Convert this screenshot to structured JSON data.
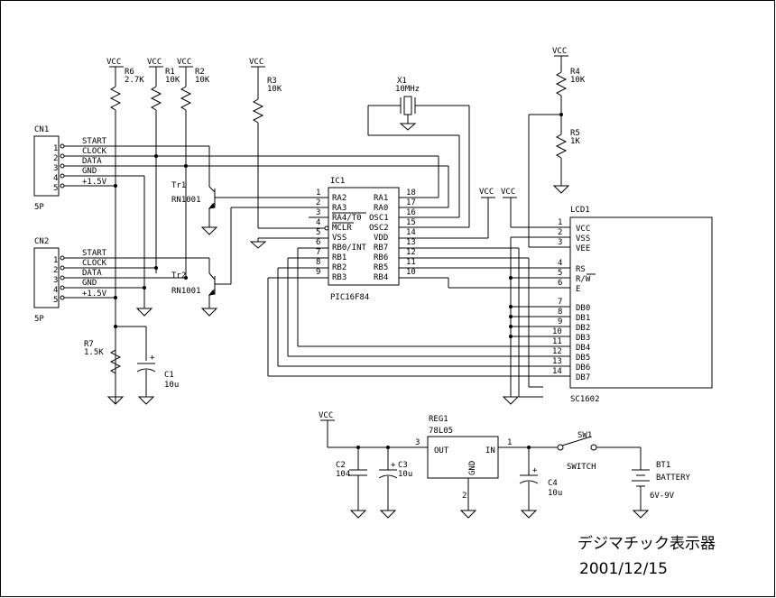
{
  "vcc": "VCC",
  "resistors": [
    {
      "ref": "R6",
      "value": "2.7K"
    },
    {
      "ref": "R1",
      "value": "10K"
    },
    {
      "ref": "R2",
      "value": "10K"
    },
    {
      "ref": "R3",
      "value": "10K"
    },
    {
      "ref": "R4",
      "value": "10K"
    },
    {
      "ref": "R5",
      "value": "1K"
    },
    {
      "ref": "R7",
      "value": "1.5K"
    }
  ],
  "crystal": {
    "ref": "X1",
    "value": "10MHz"
  },
  "connectors": [
    {
      "ref": "CN1",
      "type": "5P",
      "pins": [
        "1",
        "2",
        "3",
        "4",
        "5"
      ],
      "signals": [
        "START",
        "CLOCK",
        "DATA",
        "GND",
        "+1.5V"
      ]
    },
    {
      "ref": "CN2",
      "type": "5P",
      "pins": [
        "1",
        "2",
        "3",
        "4",
        "5"
      ],
      "signals": [
        "START",
        "CLOCK",
        "DATA",
        "GND",
        "+1.5V"
      ]
    }
  ],
  "transistors": [
    {
      "ref": "Tr1",
      "value": "RN1001"
    },
    {
      "ref": "Tr2",
      "value": "RN1001"
    }
  ],
  "mcu": {
    "ref": "IC1",
    "part": "PIC16F84",
    "left_pins": [
      {
        "num": "1",
        "name": "RA2"
      },
      {
        "num": "2",
        "name": "RA3"
      },
      {
        "num": "3",
        "name": "RA4/T0"
      },
      {
        "num": "4",
        "name": "MCLR"
      },
      {
        "num": "5",
        "name": "VSS"
      },
      {
        "num": "6",
        "name": "RB0/INT"
      },
      {
        "num": "7",
        "name": "RB1"
      },
      {
        "num": "8",
        "name": "RB2"
      },
      {
        "num": "9",
        "name": "RB3"
      }
    ],
    "right_pins": [
      {
        "num": "18",
        "name": "RA1"
      },
      {
        "num": "17",
        "name": "RA0"
      },
      {
        "num": "16",
        "name": "OSC1"
      },
      {
        "num": "15",
        "name": "OSC2"
      },
      {
        "num": "14",
        "name": "VDD"
      },
      {
        "num": "13",
        "name": "RB7"
      },
      {
        "num": "12",
        "name": "RB6"
      },
      {
        "num": "11",
        "name": "RB5"
      },
      {
        "num": "10",
        "name": "RB4"
      }
    ]
  },
  "lcd": {
    "ref": "LCD1",
    "part": "SC1602",
    "pins": [
      {
        "num": "1",
        "name": "VCC"
      },
      {
        "num": "2",
        "name": "VSS"
      },
      {
        "num": "3",
        "name": "VEE"
      },
      {
        "num": "4",
        "name": "RS"
      },
      {
        "num": "5",
        "name": "R/W"
      },
      {
        "num": "6",
        "name": "E"
      },
      {
        "num": "7",
        "name": "DB0"
      },
      {
        "num": "8",
        "name": "DB1"
      },
      {
        "num": "9",
        "name": "DB2"
      },
      {
        "num": "10",
        "name": "DB3"
      },
      {
        "num": "11",
        "name": "DB4"
      },
      {
        "num": "12",
        "name": "DB5"
      },
      {
        "num": "13",
        "name": "DB6"
      },
      {
        "num": "14",
        "name": "DB7"
      }
    ]
  },
  "capacitors": [
    {
      "ref": "C1",
      "value": "10u"
    },
    {
      "ref": "C2",
      "value": "104"
    },
    {
      "ref": "C3",
      "value": "10u"
    },
    {
      "ref": "C4",
      "value": "10u"
    }
  ],
  "regulator": {
    "ref": "REG1",
    "part": "78L05",
    "out": "OUT",
    "in": "IN",
    "gnd": "GND",
    "pin_out": "3",
    "pin_in": "1",
    "pin_gnd": "2"
  },
  "switch": {
    "ref": "SW1",
    "label": "SWITCH"
  },
  "battery": {
    "ref": "BT1",
    "label": "BATTERY",
    "value": "6V-9V"
  },
  "title": "デジマチック表示器",
  "date": "2001/12/15"
}
